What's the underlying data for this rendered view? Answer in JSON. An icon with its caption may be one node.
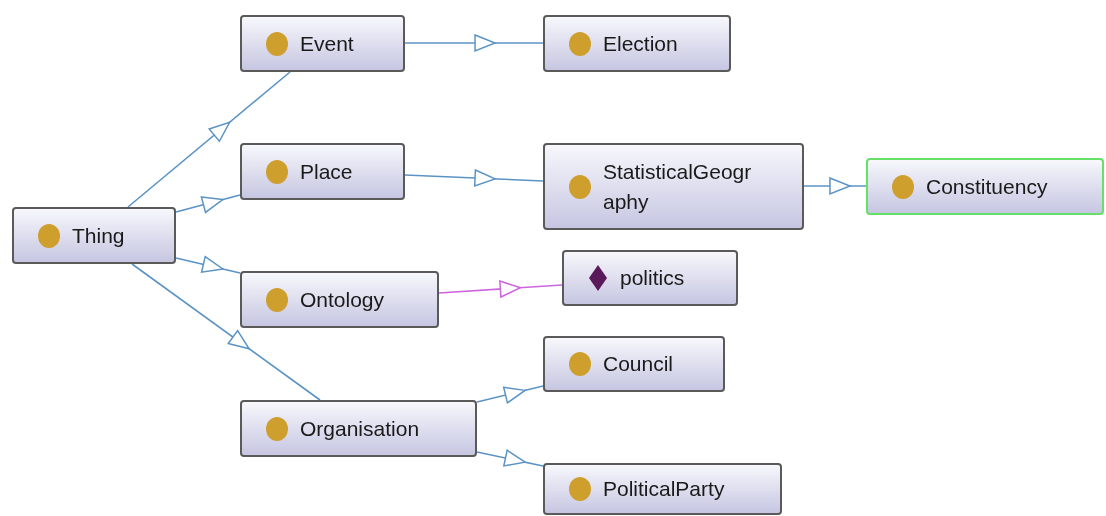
{
  "diagram": {
    "nodes": [
      {
        "text": [
          "Thing"
        ]
      },
      {
        "text": [
          "Event"
        ]
      },
      {
        "text": [
          "Election"
        ]
      },
      {
        "text": [
          "Place"
        ]
      },
      {
        "text": [
          "StatisticalGeography"
        ]
      },
      {
        "text": [
          "Constituency"
        ]
      },
      {
        "text": [
          "Ontology"
        ]
      },
      {
        "text": [
          "politics"
        ]
      },
      {
        "text": [
          "Council"
        ]
      },
      {
        "text": [
          "Organisation"
        ]
      },
      {
        "text": [
          "PoliticalParty"
        ]
      }
    ],
    "edges": [
      {
        "from": 0,
        "to": 1,
        "arrow": "to"
      },
      {
        "from": 0,
        "to": 3,
        "arrow": "to"
      },
      {
        "from": 0,
        "to": 6,
        "arrow": "to"
      },
      {
        "from": 0,
        "to": 9,
        "arrow": "to"
      },
      {
        "from": 1,
        "to": 2,
        "arrow": "to"
      },
      {
        "from": 3,
        "to": 4,
        "arrow": "to"
      },
      {
        "from": 4,
        "to": 5,
        "arrow": "to"
      },
      {
        "from": 6,
        "to": 7,
        "arrow": "to",
        "color": "#cc66dd"
      },
      {
        "from": 9,
        "to": 8,
        "arrow": "to"
      },
      {
        "from": 9,
        "to": 10,
        "arrow": "to"
      }
    ]
  }
}
